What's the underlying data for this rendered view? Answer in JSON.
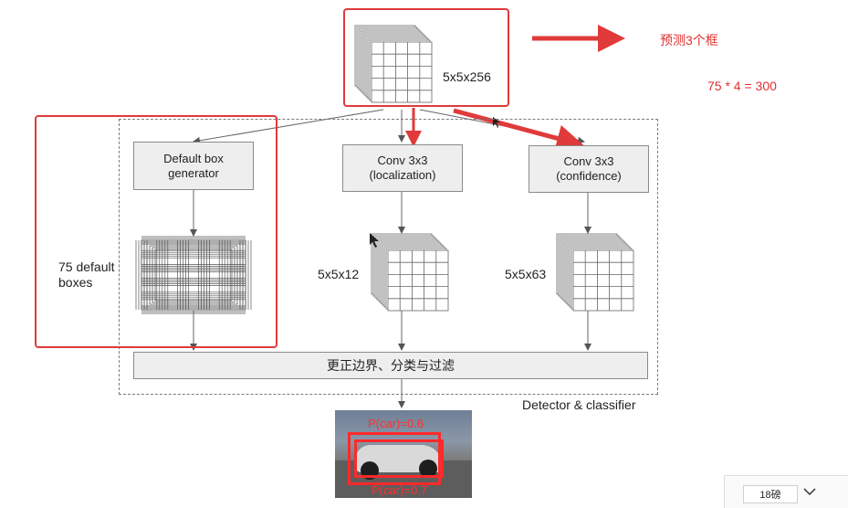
{
  "top_tensor": {
    "label": "5x5x256"
  },
  "annotations": {
    "predict_boxes": "预测3个框",
    "formula": "75 * 4 = 300"
  },
  "boxes": {
    "default_box_generator": "Default box\ngenerator",
    "conv_localization": "Conv 3x3\n(localization)",
    "conv_confidence": "Conv 3x3\n(confidence)",
    "refine_filter": "更正边界、分类与过滤"
  },
  "labels": {
    "default_boxes": "75 default\nboxes",
    "loc_tensor": "5x5x12",
    "conf_tensor": "5x5x63",
    "detector": "Detector & classifier"
  },
  "photo": {
    "p_car_top": "P(car)=0.6",
    "p_car_bottom": "P(car)=0.7"
  },
  "player": {
    "unit_label": "18磅"
  },
  "colors": {
    "accent_red": "#e03a3a",
    "box_fill": "#eeeeee"
  },
  "icons": {
    "dropdown": "chevron-down-icon"
  }
}
